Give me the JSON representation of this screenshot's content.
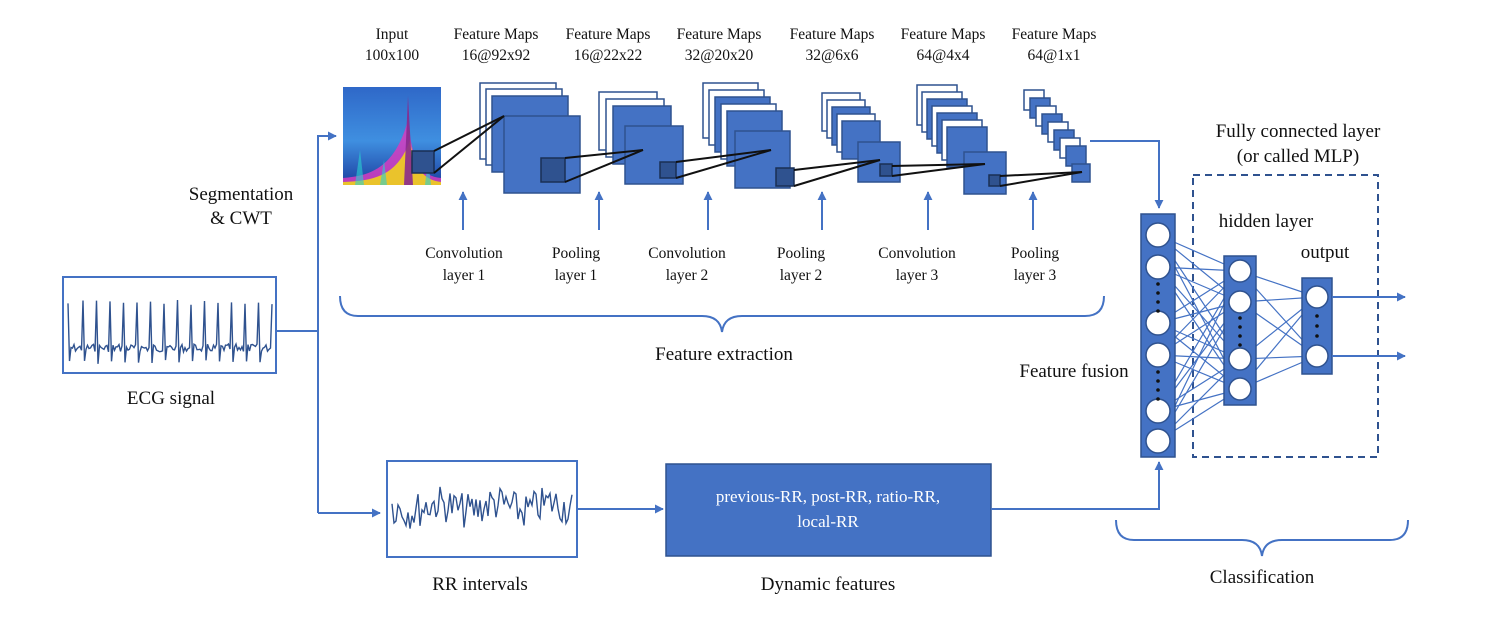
{
  "colors": {
    "accent": "#4472C4",
    "accent_dark": "#2F528F",
    "text": "#111111",
    "background": "#ffffff"
  },
  "inputs": {
    "ecg_label": "ECG signal",
    "segmentation_label_line1": "Segmentation",
    "segmentation_label_line2": "& CWT",
    "rr_label": "RR intervals"
  },
  "cnn": {
    "layer_headers": [
      {
        "line1": "Input",
        "line2": "100x100"
      },
      {
        "line1": "Feature Maps",
        "line2": "16@92x92"
      },
      {
        "line1": "Feature Maps",
        "line2": "16@22x22"
      },
      {
        "line1": "Feature Maps",
        "line2": "32@20x20"
      },
      {
        "line1": "Feature Maps",
        "line2": "32@6x6"
      },
      {
        "line1": "Feature Maps",
        "line2": "64@4x4"
      },
      {
        "line1": "Feature Maps",
        "line2": "64@1x1"
      }
    ],
    "operations": [
      {
        "line1": "Convolution",
        "line2": "layer 1"
      },
      {
        "line1": "Pooling",
        "line2": "layer 1"
      },
      {
        "line1": "Convolution",
        "line2": "layer 2"
      },
      {
        "line1": "Pooling",
        "line2": "layer 2"
      },
      {
        "line1": "Convolution",
        "line2": "layer 3"
      },
      {
        "line1": "Pooling",
        "line2": "layer 3"
      }
    ],
    "section_label": "Feature extraction"
  },
  "dynamic": {
    "box_line1": "previous-RR, post-RR, ratio-RR,",
    "box_line2": "local-RR",
    "label": "Dynamic features"
  },
  "classifier": {
    "fusion_label": "Feature fusion",
    "fc_label_line1": "Fully connected layer",
    "fc_label_line2": "(or called MLP)",
    "hidden_label": "hidden layer",
    "output_label": "output",
    "section_label": "Classification"
  }
}
